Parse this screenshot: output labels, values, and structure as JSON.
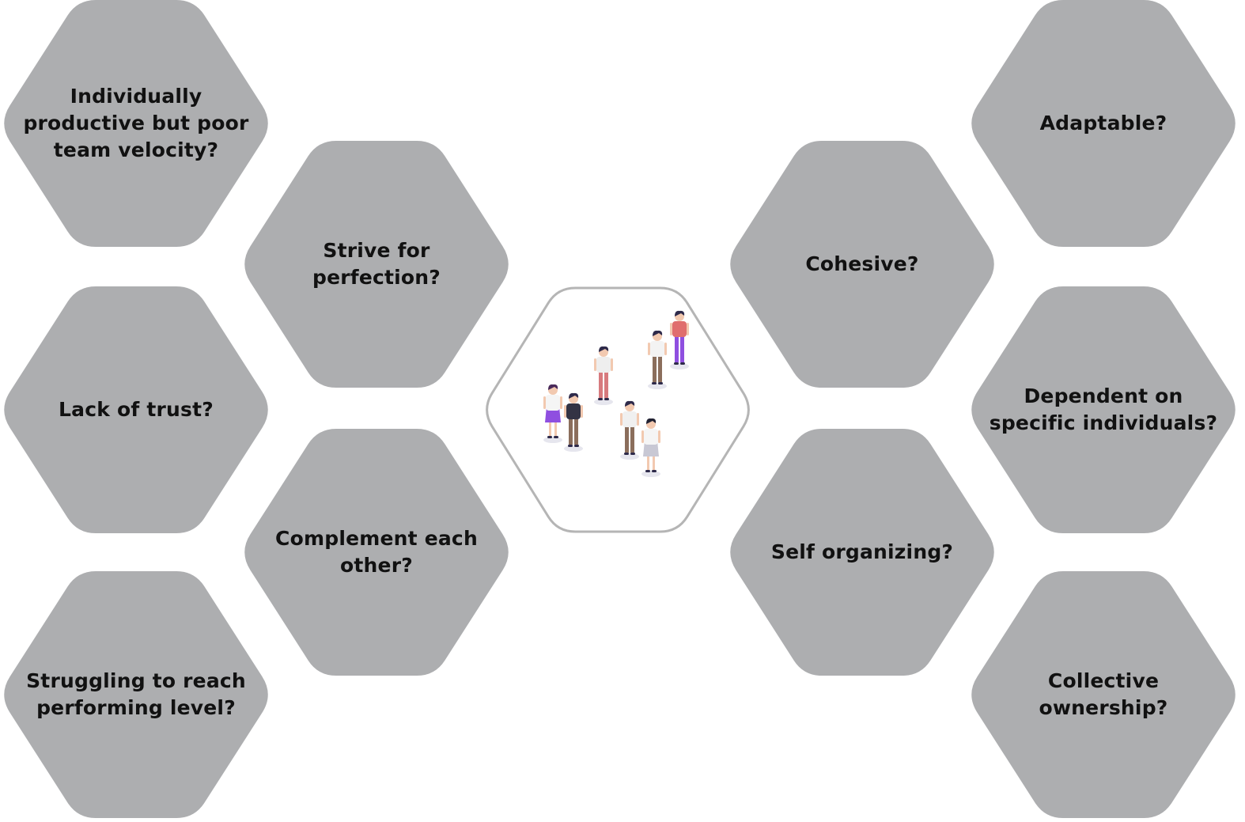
{
  "diagram": {
    "colors": {
      "hex_fill": "#adaeb0",
      "center_fill": "#ffffff",
      "center_stroke": "#b5b5b5",
      "text": "#111111"
    },
    "hexagons": [
      {
        "name": "hex-individually-productive",
        "text": "Individually\nproductive but poor\nteam velocity?"
      },
      {
        "name": "hex-strive-for-perfection",
        "text": "Strive for\nperfection?"
      },
      {
        "name": "hex-lack-of-trust",
        "text": "Lack of trust?"
      },
      {
        "name": "hex-complement-each-other",
        "text": "Complement each\nother?"
      },
      {
        "name": "hex-struggling-to-reach",
        "text": "Struggling to reach\nperforming level?"
      },
      {
        "name": "hex-adaptable",
        "text": "Adaptable?"
      },
      {
        "name": "hex-cohesive",
        "text": "Cohesive?"
      },
      {
        "name": "hex-dependent-on-individuals",
        "text": "Dependent on\nspecific individuals?"
      },
      {
        "name": "hex-self-organizing",
        "text": "Self organizing?"
      },
      {
        "name": "hex-collective-ownership",
        "text": "Collective\nownership?"
      }
    ],
    "center": {
      "icon": "team-people-icon"
    }
  }
}
